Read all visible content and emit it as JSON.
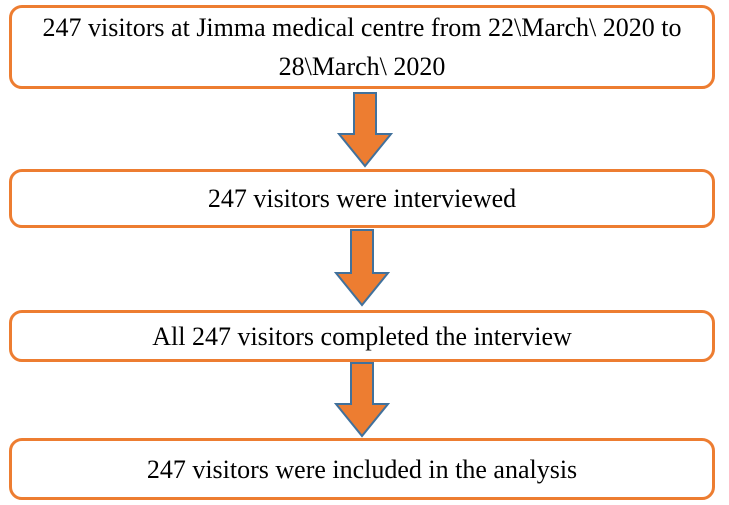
{
  "flowchart": {
    "steps": [
      "247 visitors at Jimma medical centre from 22\\March\\ 2020 to 28\\March\\ 2020",
      "247 visitors were interviewed",
      "All 247 visitors completed the interview",
      "247 visitors were included in the analysis"
    ],
    "colors": {
      "box_border": "#ED7D31",
      "arrow_fill": "#ED7D31",
      "arrow_stroke": "#41719C",
      "text": "#000000"
    }
  }
}
